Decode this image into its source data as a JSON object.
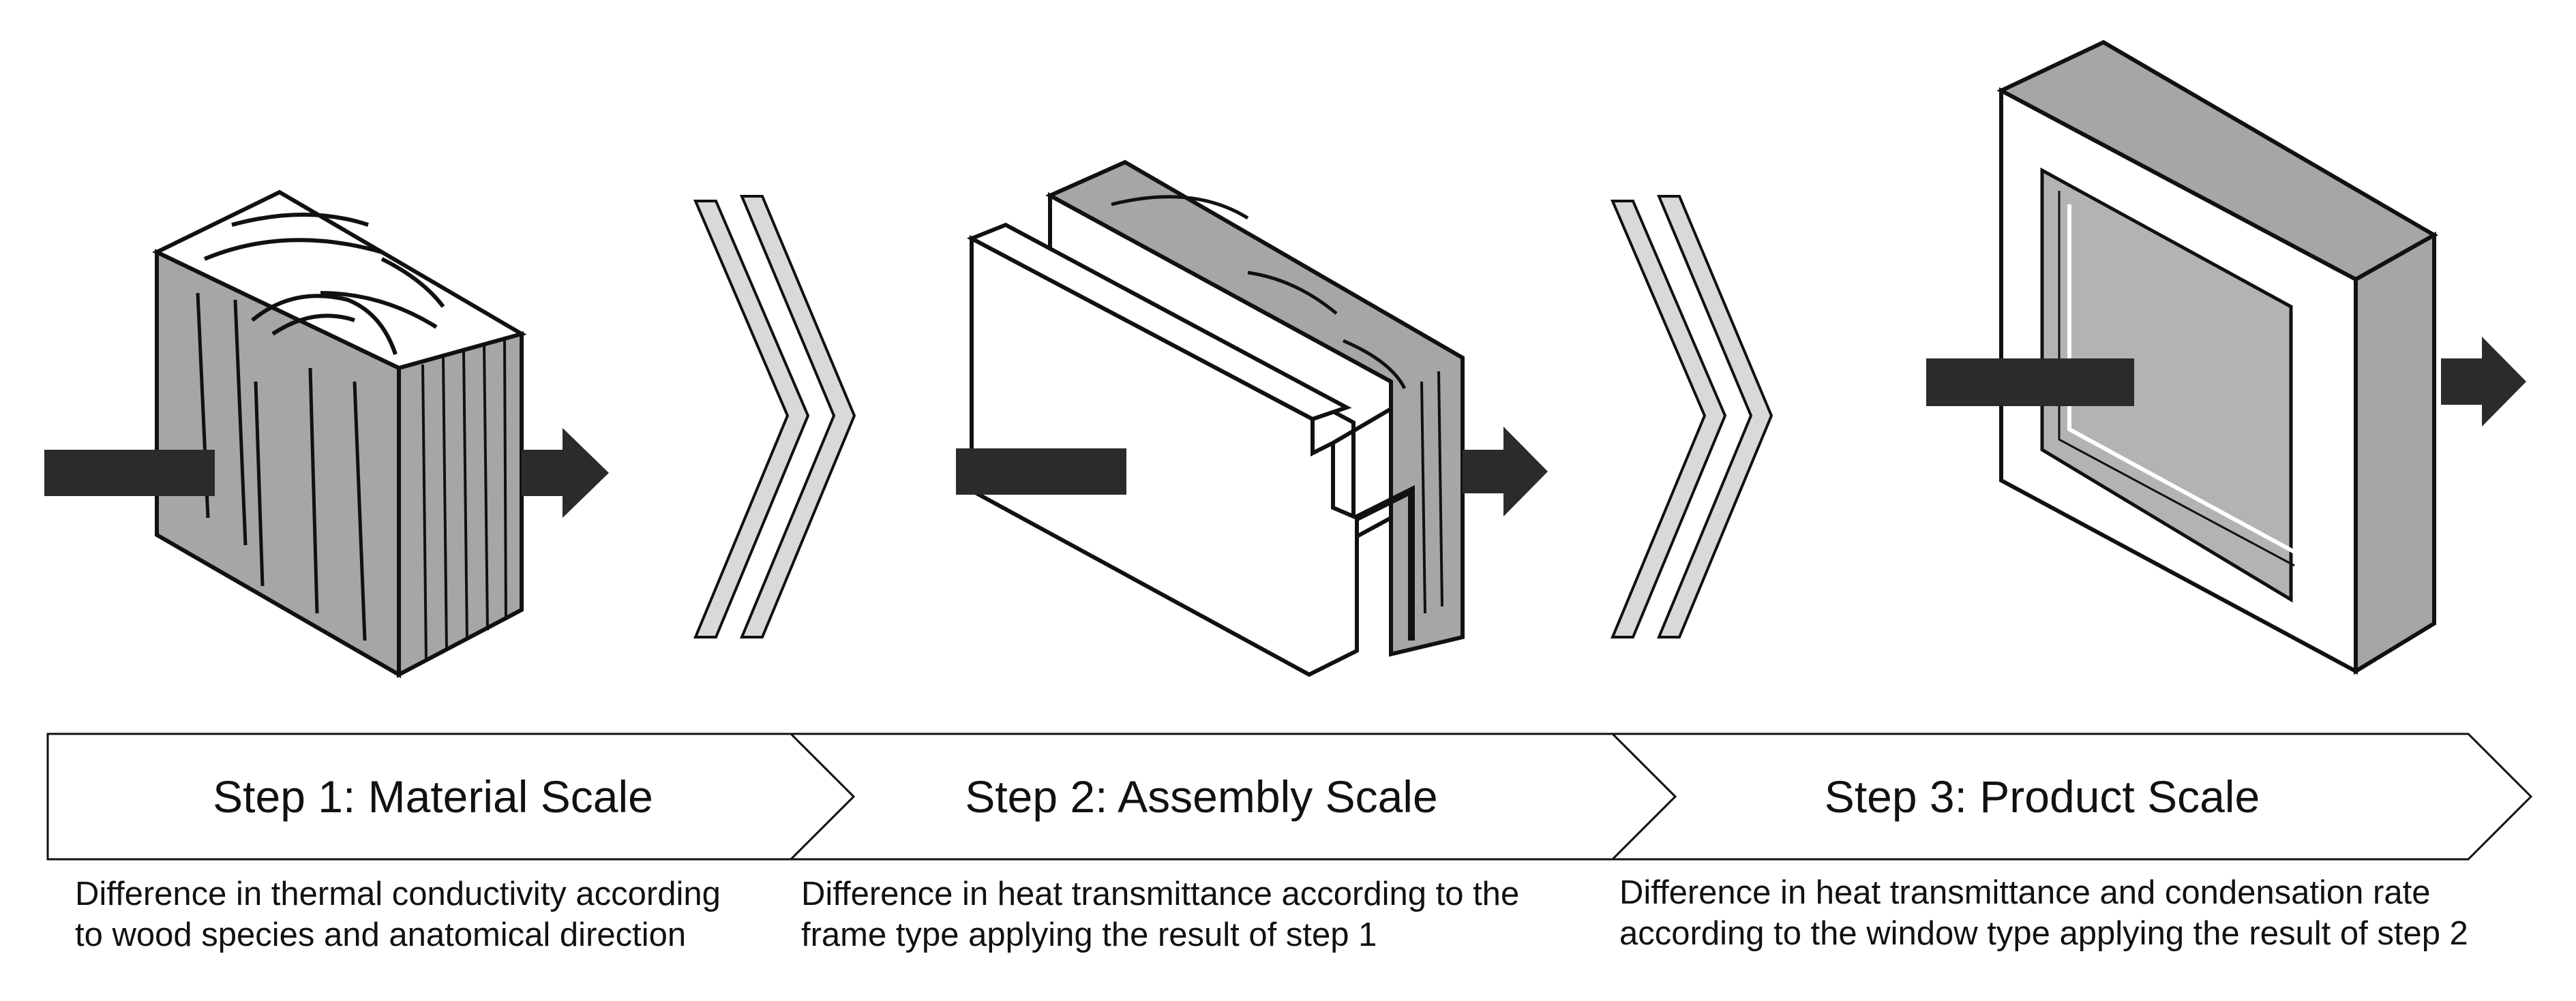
{
  "steps": [
    {
      "label": "Step 1: Material Scale",
      "description": [
        "Difference in thermal conductivity according",
        "to wood species and anatomical direction"
      ],
      "illustration": "wood-block-icon"
    },
    {
      "label": "Step 2: Assembly Scale",
      "description": [
        "Difference in heat transmittance according to the",
        "frame type applying the result of step 1"
      ],
      "illustration": "frame-profile-icon"
    },
    {
      "label": "Step 3: Product Scale",
      "description": [
        "Difference in heat transmittance and condensation rate",
        "according to the window type applying the result of step 2"
      ],
      "illustration": "window-unit-icon"
    }
  ],
  "colors": {
    "wood": "#a6a6a6",
    "frame": "#ffffff",
    "glass": "#b3b3b3",
    "arrow": "#2b2b2b",
    "chevron": "#d9d9d9",
    "outline": "#111111"
  }
}
